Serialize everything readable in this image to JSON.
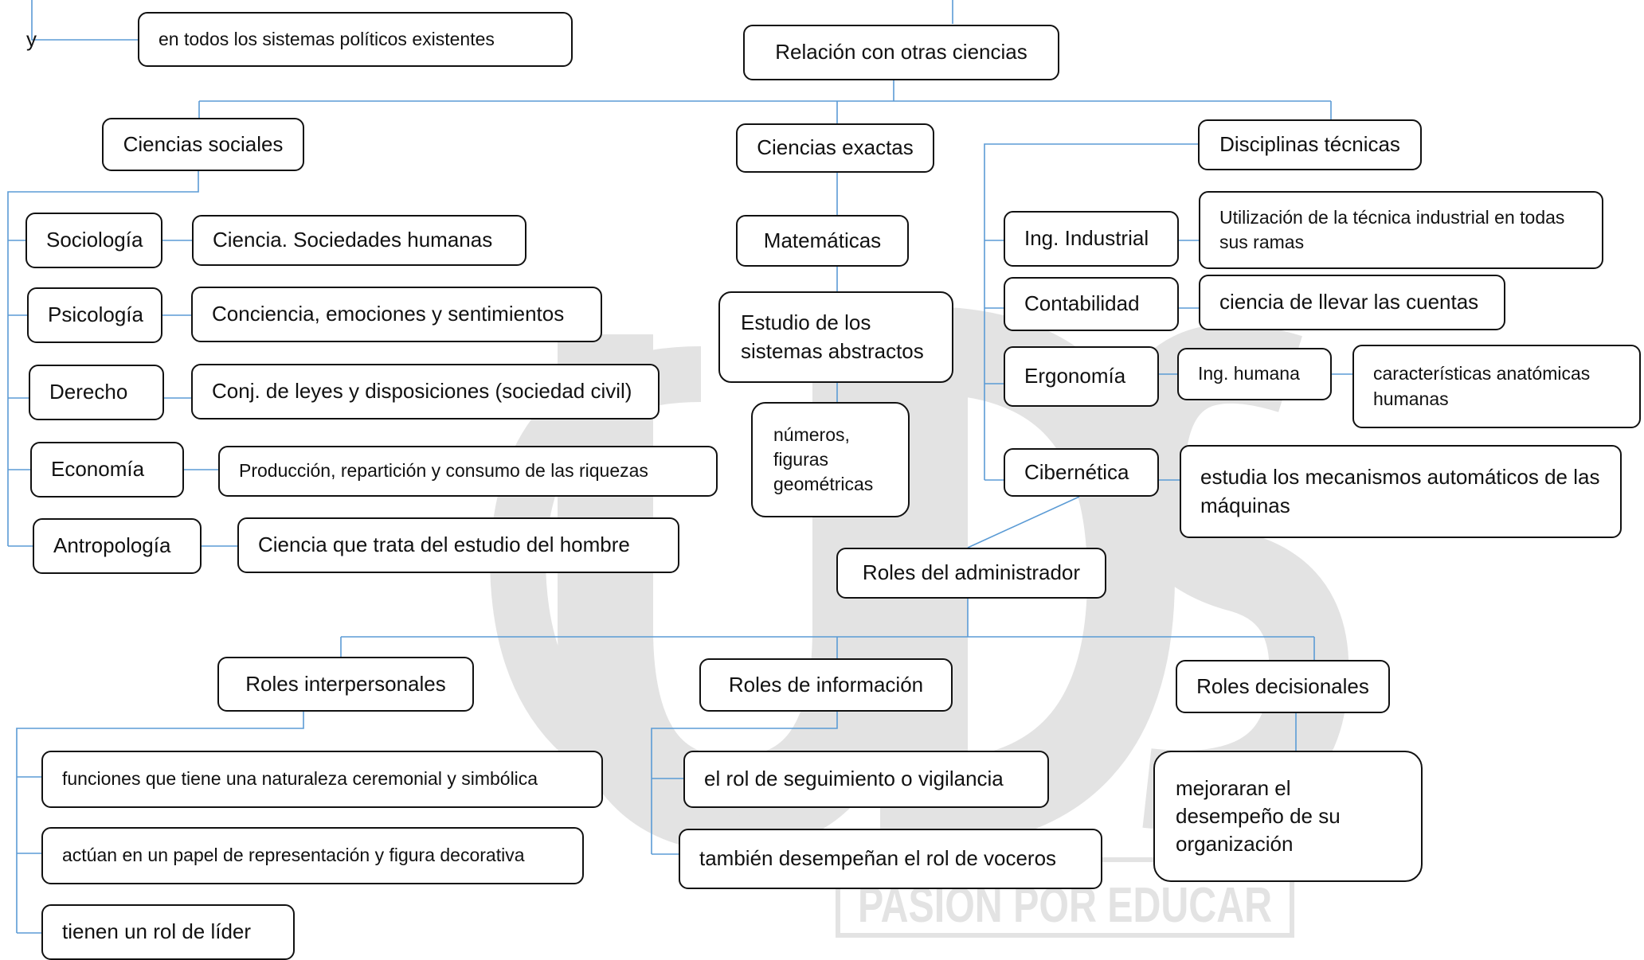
{
  "colors": {
    "line": "#5b9bd5",
    "border": "#111111",
    "watermark": "#e3e3e3"
  },
  "watermark": {
    "logo_text": "UDS",
    "tagline": "PASIÓN POR EDUCAR"
  },
  "top": {
    "y_label": "y",
    "y_text": "en todos los sistemas políticos existentes"
  },
  "root": "Relación con otras ciencias",
  "sociales": {
    "title": "Ciencias sociales",
    "items": [
      {
        "label": "Sociología",
        "desc": "Ciencia. Sociedades humanas"
      },
      {
        "label": "Psicología",
        "desc": "Conciencia, emociones y sentimientos"
      },
      {
        "label": "Derecho",
        "desc": "Conj. de leyes y disposiciones (sociedad civil)"
      },
      {
        "label": "Economía",
        "desc": "Producción, repartición y consumo de las riquezas"
      },
      {
        "label": "Antropología",
        "desc": "Ciencia que trata del estudio del hombre"
      }
    ]
  },
  "exactas": {
    "title": "Ciencias exactas",
    "matematicas": "Matemáticas",
    "estudio": "Estudio de los sistemas abstractos",
    "numeros": "números, figuras geométricas"
  },
  "tecnicas": {
    "title": "Disciplinas técnicas",
    "industrial": {
      "label": "Ing. Industrial",
      "desc": "Utilización de la técnica industrial en todas sus ramas"
    },
    "contabilidad": {
      "label": "Contabilidad",
      "desc": "ciencia de llevar las cuentas"
    },
    "ergonomia": {
      "label": "Ergonomía",
      "sub": "Ing. humana",
      "desc": "características anatómicas humanas"
    },
    "cibernetica": {
      "label": "Cibernética",
      "desc": "estudia los mecanismos automáticos de las máquinas"
    }
  },
  "roles": {
    "title": "Roles del administrador",
    "interpersonales": {
      "title": "Roles interpersonales",
      "items": [
        "funciones que tiene una naturaleza ceremonial y simbólica",
        "actúan en un papel de representación y figura decorativa",
        "tienen un rol de líder"
      ]
    },
    "informacion": {
      "title": "Roles de información",
      "items": [
        "el rol de seguimiento o vigilancia",
        "también desempeñan el rol de voceros"
      ]
    },
    "decisionales": {
      "title": "Roles decisionales",
      "desc": "mejoraran el desempeño de su organización"
    }
  }
}
